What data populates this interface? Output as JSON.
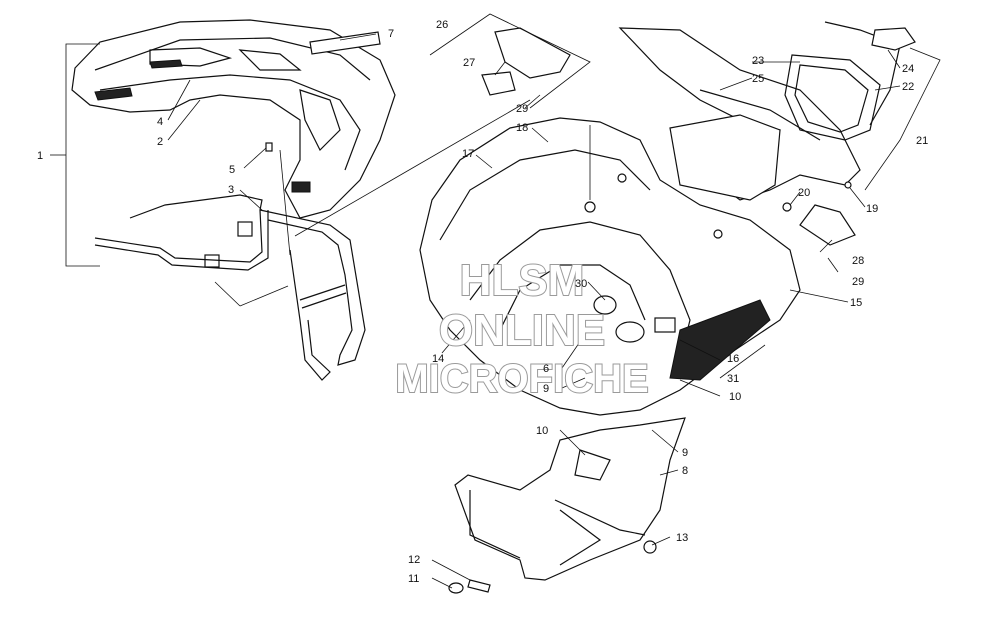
{
  "watermark": {
    "line1": "HLSM",
    "line2": "ONLINE",
    "line3": "MICROFICHE"
  },
  "callouts": {
    "c1": "1",
    "c2": "2",
    "c3": "3",
    "c4": "4",
    "c5": "5",
    "c6": "6",
    "c7": "7",
    "c8": "8",
    "c9a": "9",
    "c9b": "9",
    "c10a": "10",
    "c10b": "10",
    "c11": "11",
    "c12": "12",
    "c13": "13",
    "c14": "14",
    "c15": "15",
    "c16": "16",
    "c17": "17",
    "c18": "18",
    "c19": "19",
    "c20": "20",
    "c21": "21",
    "c22": "22",
    "c23": "23",
    "c24": "24",
    "c25": "25",
    "c26": "26",
    "c27": "27",
    "c28": "28",
    "c29a": "29",
    "c29b": "29",
    "c30": "30",
    "c31": "31"
  }
}
